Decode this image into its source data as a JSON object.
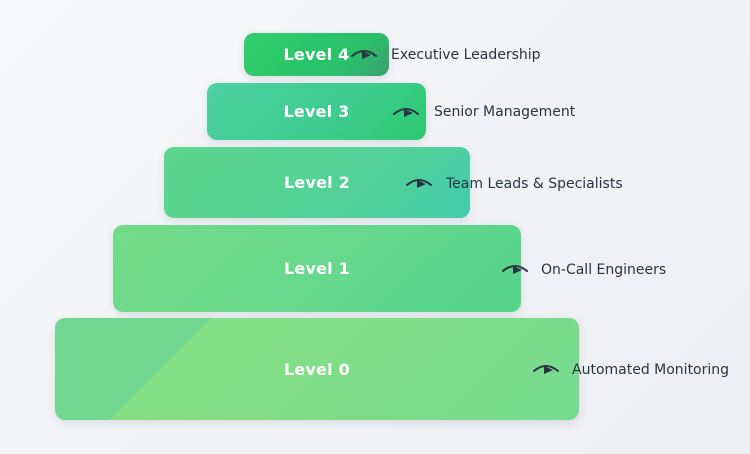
{
  "levels": [
    {
      "label": "Level 0",
      "description": "Automated Monitoring"
    },
    {
      "label": "Level 1",
      "description": "On-Call Engineers"
    },
    {
      "label": "Level 2",
      "description": "Team Leads & Specialists"
    },
    {
      "label": "Level 3",
      "description": "Senior Management"
    },
    {
      "label": "Level 4",
      "description": "Executive Leadership"
    }
  ],
  "icons": {
    "viewer": "eye-icon"
  },
  "colors": {
    "icon": "#2b3440",
    "label_text": "#ffffff",
    "description_text": "#2b3440",
    "level_4": "#2fcf6a",
    "level_3": "#4ed0a4",
    "level_2": "#5bd68c",
    "level_1": "#72db88",
    "level_0": "#84e086"
  }
}
